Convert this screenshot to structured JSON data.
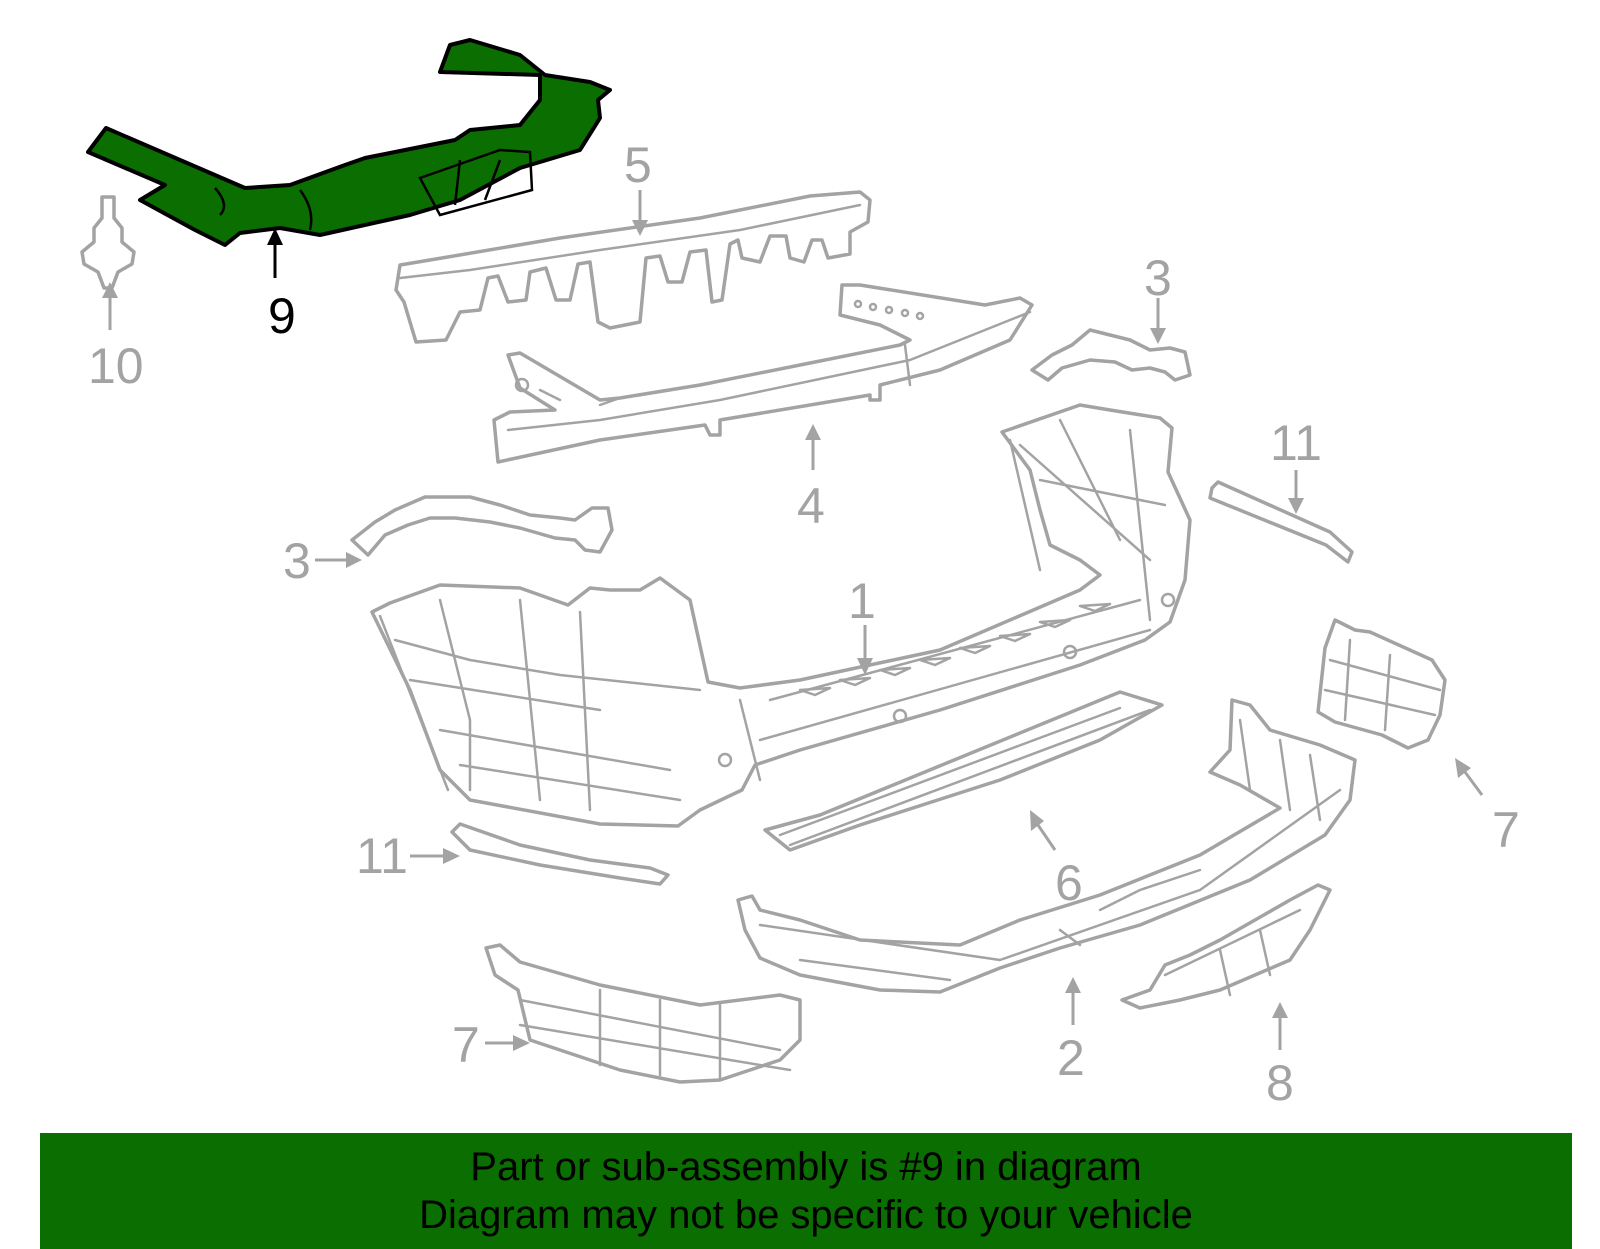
{
  "diagram": {
    "highlight_color": "#0b6e00",
    "part_outline_color": "#a3a3a3",
    "callouts": {
      "c1": "1",
      "c2": "2",
      "c3a": "3",
      "c3b": "3",
      "c4": "4",
      "c5": "5",
      "c6": "6",
      "c7a": "7",
      "c7b": "7",
      "c8": "8",
      "c9": "9",
      "c10": "10",
      "c11a": "11",
      "c11b": "11"
    }
  },
  "banner": {
    "line1": "Part or sub-assembly is #9 in diagram",
    "line2": "Diagram may not be specific to your vehicle"
  }
}
